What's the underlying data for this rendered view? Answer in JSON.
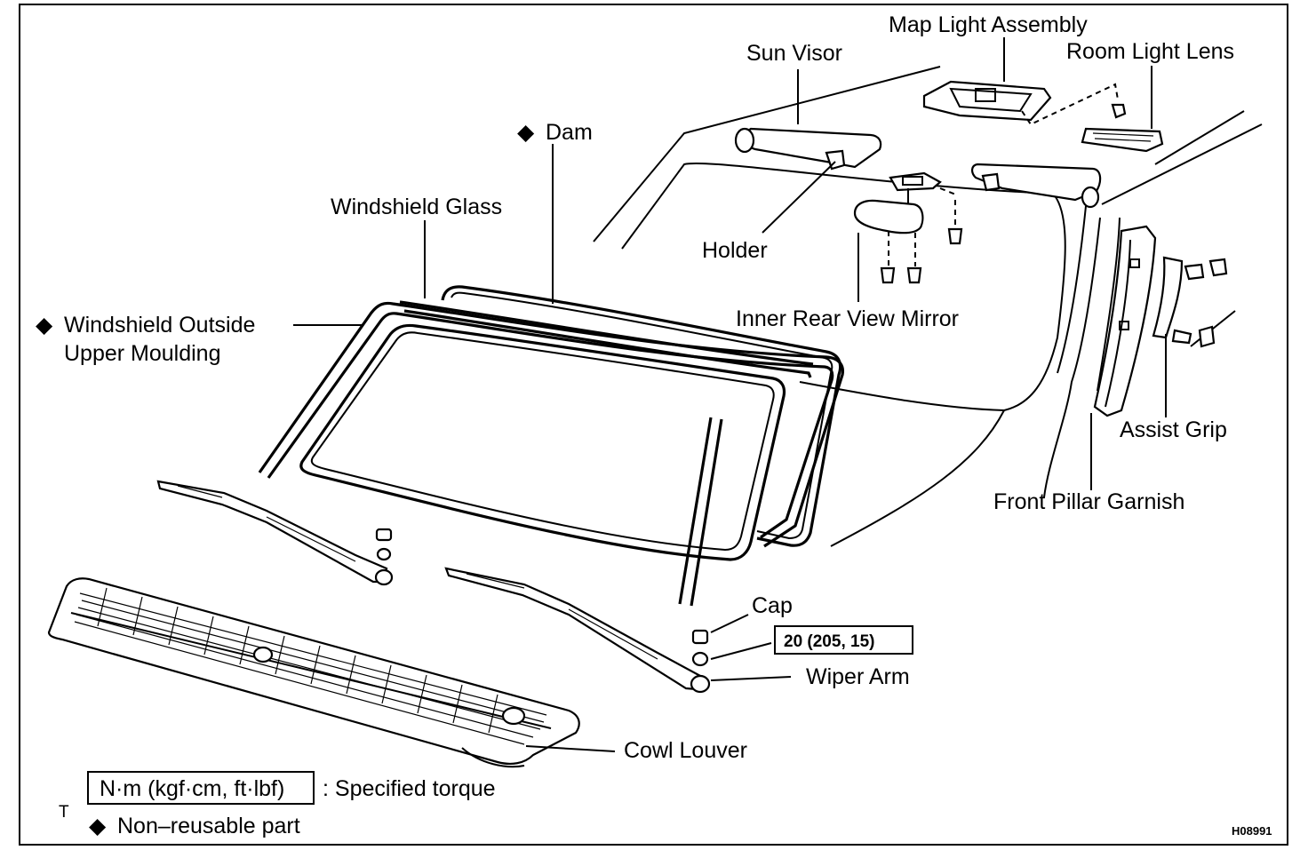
{
  "labels": {
    "map_light_assembly": "Map Light Assembly",
    "sun_visor": "Sun Visor",
    "room_light_lens": "Room Light Lens",
    "dam": "Dam",
    "windshield_glass": "Windshield Glass",
    "holder": "Holder",
    "windshield_outside_upper_moulding_line1": "Windshield Outside",
    "windshield_outside_upper_moulding_line2": "Upper Moulding",
    "inner_rear_view_mirror": "Inner Rear View Mirror",
    "assist_grip": "Assist Grip",
    "front_pillar_garnish": "Front Pillar Garnish",
    "cap": "Cap",
    "wiper_arm": "Wiper Arm",
    "cowl_louver": "Cowl Louver"
  },
  "torque_value": "20 (205, 15)",
  "legend": {
    "torque_unit": "N·m (kgf·cm, ft·lbf)",
    "torque_desc": ": Specified torque",
    "marker_letter": "T",
    "nonreusable": "Non–reusable part",
    "diamond": "◆"
  },
  "figure_id": "H08991",
  "colors": {
    "ink": "#000000",
    "paper": "#ffffff"
  }
}
